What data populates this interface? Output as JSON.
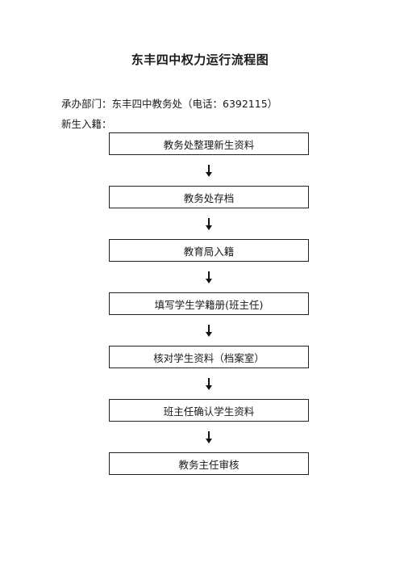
{
  "document": {
    "title": "东丰四中权力运行流程图",
    "department_line": "承办部门：东丰四中教务处（电话：6392115）",
    "section_label": "新生入籍："
  },
  "flowchart": {
    "steps": [
      "教务处整理新生资料",
      "教务处存档",
      "教育局入籍",
      "填写学生学籍册(班主任)",
      "核对学生资料（档案室）",
      "班主任确认学生资料",
      "教务主任审核"
    ],
    "arrow_icon": "down-arrow-icon"
  }
}
